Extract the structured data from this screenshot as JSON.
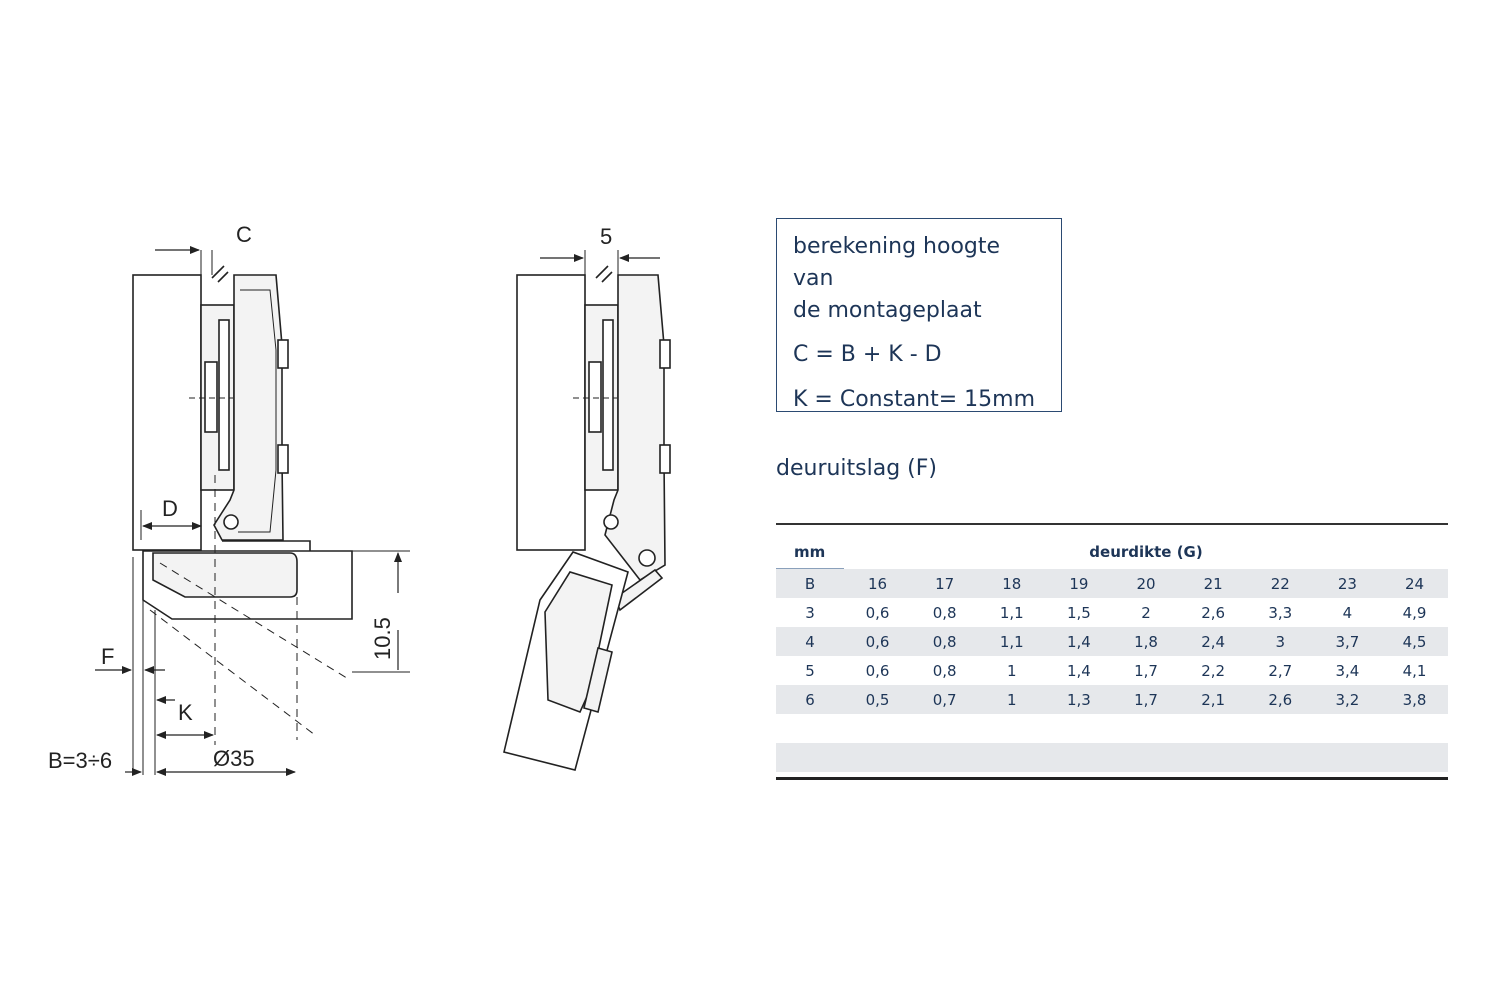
{
  "diagram": {
    "labels": {
      "c": "C",
      "d": "D",
      "f": "F",
      "k": "K",
      "diameter": "Ø35",
      "b_range": "B=3÷6",
      "height": "10.5",
      "offset": "5"
    }
  },
  "formula": {
    "title_line1": "berekening hoogte van",
    "title_line2": "de montageplaat",
    "formula1": "C = B + K - D",
    "formula2": "K = Constant=  15mm"
  },
  "table": {
    "title": "deuruitslag (F)",
    "unit_label": "mm",
    "group_label": "deurdikte (G)",
    "row_header": "B",
    "columns": [
      "16",
      "17",
      "18",
      "19",
      "20",
      "21",
      "22",
      "23",
      "24"
    ],
    "rows": [
      {
        "b": "3",
        "values": [
          "0,6",
          "0,8",
          "1,1",
          "1,5",
          "2",
          "2,6",
          "3,3",
          "4",
          "4,9"
        ]
      },
      {
        "b": "4",
        "values": [
          "0,6",
          "0,8",
          "1,1",
          "1,4",
          "1,8",
          "2,4",
          "3",
          "3,7",
          "4,5"
        ]
      },
      {
        "b": "5",
        "values": [
          "0,6",
          "0,8",
          "1",
          "1,4",
          "1,7",
          "2,2",
          "2,7",
          "3,4",
          "4,1"
        ]
      },
      {
        "b": "6",
        "values": [
          "0,5",
          "0,7",
          "1",
          "1,3",
          "1,7",
          "2,1",
          "2,6",
          "3,2",
          "3,8"
        ]
      }
    ]
  }
}
